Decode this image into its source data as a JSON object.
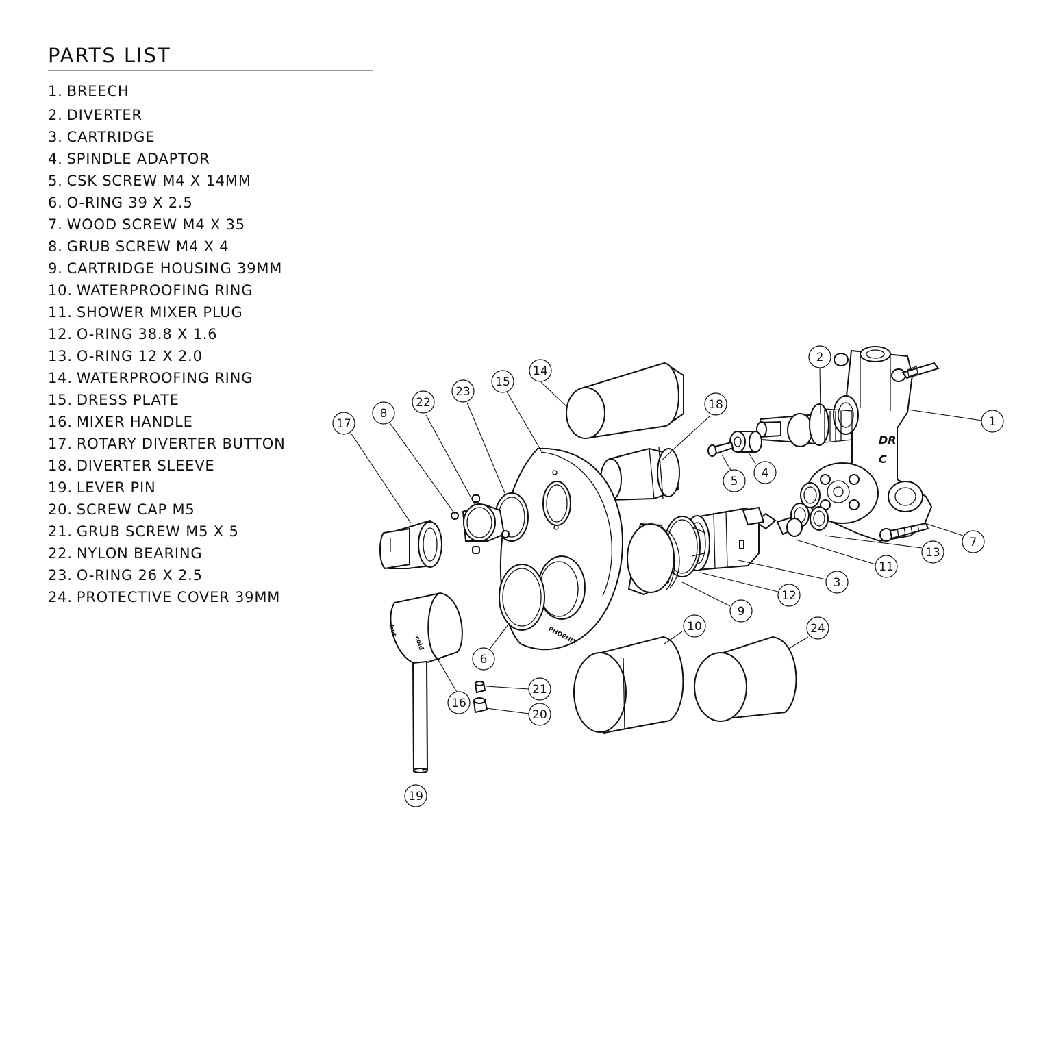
{
  "parts_list": {
    "title": "PARTS LIST",
    "items": [
      {
        "number": "1.",
        "name": "BREECH"
      },
      {
        "number": "2.",
        "name": "DIVERTER"
      },
      {
        "number": "3.",
        "name": "CARTRIDGE"
      },
      {
        "number": "4.",
        "name": "SPINDLE ADAPTOR"
      },
      {
        "number": "5.",
        "name": "CSK SCREW M4 X 14MM"
      },
      {
        "number": "6.",
        "name": "O-RING 39 X 2.5"
      },
      {
        "number": "7.",
        "name": "WOOD SCREW M4 X 35"
      },
      {
        "number": "8.",
        "name": "GRUB SCREW M4 X 4"
      },
      {
        "number": "9.",
        "name": "CARTRIDGE HOUSING 39MM"
      },
      {
        "number": "10.",
        "name": "WATERPROOFING RING"
      },
      {
        "number": "11.",
        "name": "SHOWER MIXER PLUG"
      },
      {
        "number": "12.",
        "name": "O-RING 38.8 X 1.6"
      },
      {
        "number": "13.",
        "name": "O-RING 12 X 2.0"
      },
      {
        "number": "14.",
        "name": "WATERPROOFING RING"
      },
      {
        "number": "15.",
        "name": "DRESS PLATE"
      },
      {
        "number": "16.",
        "name": "MIXER HANDLE"
      },
      {
        "number": "17.",
        "name": "ROTARY DIVERTER BUTTON"
      },
      {
        "number": "18.",
        "name": "DIVERTER SLEEVE"
      },
      {
        "number": "19.",
        "name": "LEVER PIN"
      },
      {
        "number": "20.",
        "name": "SCREW CAP M5"
      },
      {
        "number": "21.",
        "name": "GRUB SCREW M5 X 5"
      },
      {
        "number": "22.",
        "name": "NYLON BEARING"
      },
      {
        "number": "23.",
        "name": "O-RING 26 X 2.5"
      },
      {
        "number": "24.",
        "name": "PROTECTIVE COVER 39MM"
      }
    ]
  },
  "diagram": {
    "callouts": [
      "1",
      "2",
      "3",
      "4",
      "5",
      "6",
      "7",
      "8",
      "9",
      "10",
      "11",
      "12",
      "13",
      "14",
      "15",
      "16",
      "17",
      "18",
      "19",
      "20",
      "21",
      "22",
      "23",
      "24"
    ],
    "markings": {
      "handle_hot": "hot",
      "handle_cold": "cold",
      "plate_brand": "PHOENIX",
      "breech_dr": "DR",
      "breech_c": "C"
    }
  }
}
